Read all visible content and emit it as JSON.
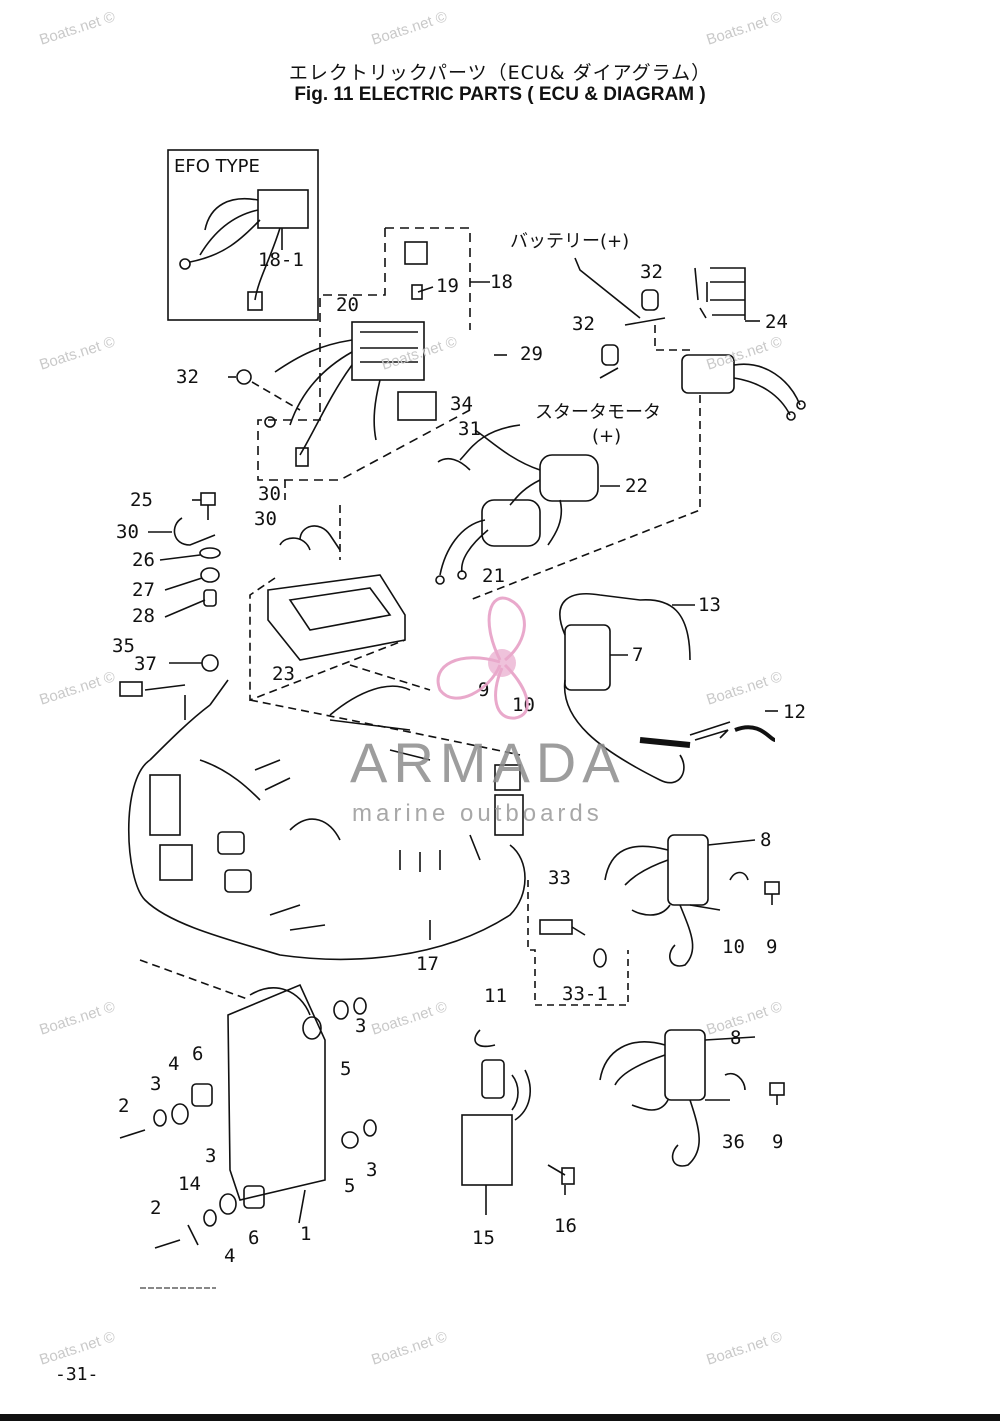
{
  "header": {
    "title_jp": "エレクトリックパーツ（ECU& ダイアグラム）",
    "title_en": "Fig. 11   ELECTRIC PARTS ( ECU & DIAGRAM )"
  },
  "inset": {
    "label": "EFO TYPE",
    "part": "18-1"
  },
  "annotations": {
    "battery": "バッテリー(+)",
    "starter": "スタータモータ",
    "starter_plus": "(+)"
  },
  "callouts": {
    "c1": "1",
    "c2a": "2",
    "c2b": "2",
    "c3a": "3",
    "c3b": "3",
    "c3c": "3",
    "c3d": "3",
    "c4a": "4",
    "c4b": "4",
    "c5a": "5",
    "c5b": "5",
    "c6a": "6",
    "c6b": "6",
    "c7": "7",
    "c8a": "8",
    "c8b": "8",
    "c9a": "9",
    "c9b": "9",
    "c9c": "9",
    "c10a": "10",
    "c10b": "10",
    "c11": "11",
    "c12": "12",
    "c13": "13",
    "c14": "14",
    "c15": "15",
    "c16": "16",
    "c17": "17",
    "c18": "18",
    "c19": "19",
    "c20": "20",
    "c21": "21",
    "c22": "22",
    "c23": "23",
    "c24": "24",
    "c25": "25",
    "c26": "26",
    "c27": "27",
    "c28": "28",
    "c29": "29",
    "c30a": "30",
    "c30b": "30",
    "c30c": "30",
    "c31": "31",
    "c32a": "32",
    "c32b": "32",
    "c32c": "32",
    "c33": "33",
    "c33_1": "33-1",
    "c34": "34",
    "c35": "35",
    "c36": "36",
    "c37": "37"
  },
  "brand": {
    "name": "ARMADA",
    "tagline": "marine outboards"
  },
  "watermark": "Boats.net ©",
  "page_number": "-31-"
}
